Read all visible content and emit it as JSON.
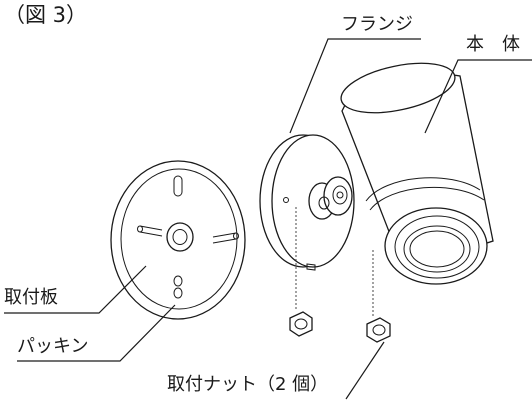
{
  "figure": {
    "caption": "（図 3）"
  },
  "labels": {
    "flange": "フランジ",
    "body": "本　体",
    "mounting_plate": "取付板",
    "packing": "パッキン",
    "mounting_nut": "取付ナット（2 個）"
  }
}
